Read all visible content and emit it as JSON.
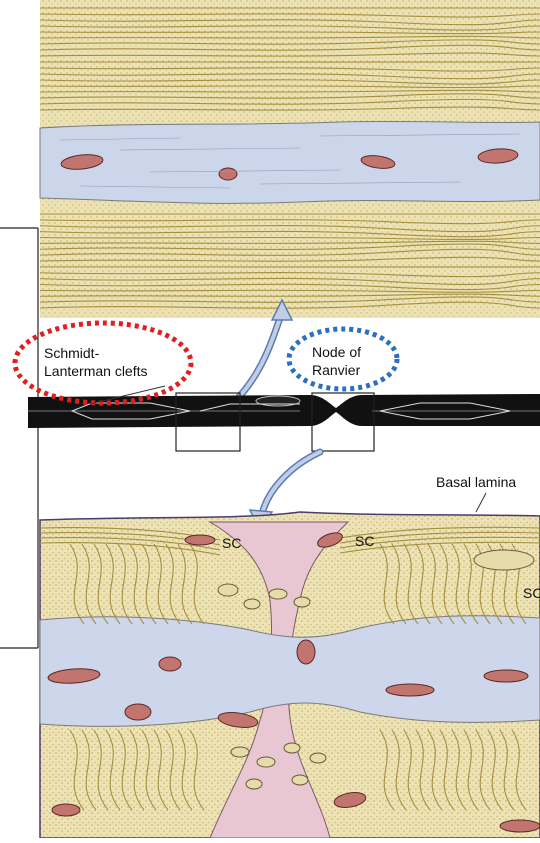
{
  "labels": {
    "schmidt_lanterman": "Schmidt-\nLanterman clefts",
    "node_of_ranvier": "Node of\nRanvier",
    "basal_lamina": "Basal lamina",
    "sc_left": "SC",
    "sc_middle": "SC",
    "sc_right": "SC"
  },
  "colors": {
    "myelin": "#e9dfae",
    "myelin_line": "#b8a348",
    "axoplasm": "#cdd6ea",
    "node_gap": "#e8c7d2",
    "mitochondrion": "#c2756e",
    "highlight_red": "#e02020",
    "highlight_blue": "#2a6fc1",
    "arrow": "#9fb4d8"
  }
}
